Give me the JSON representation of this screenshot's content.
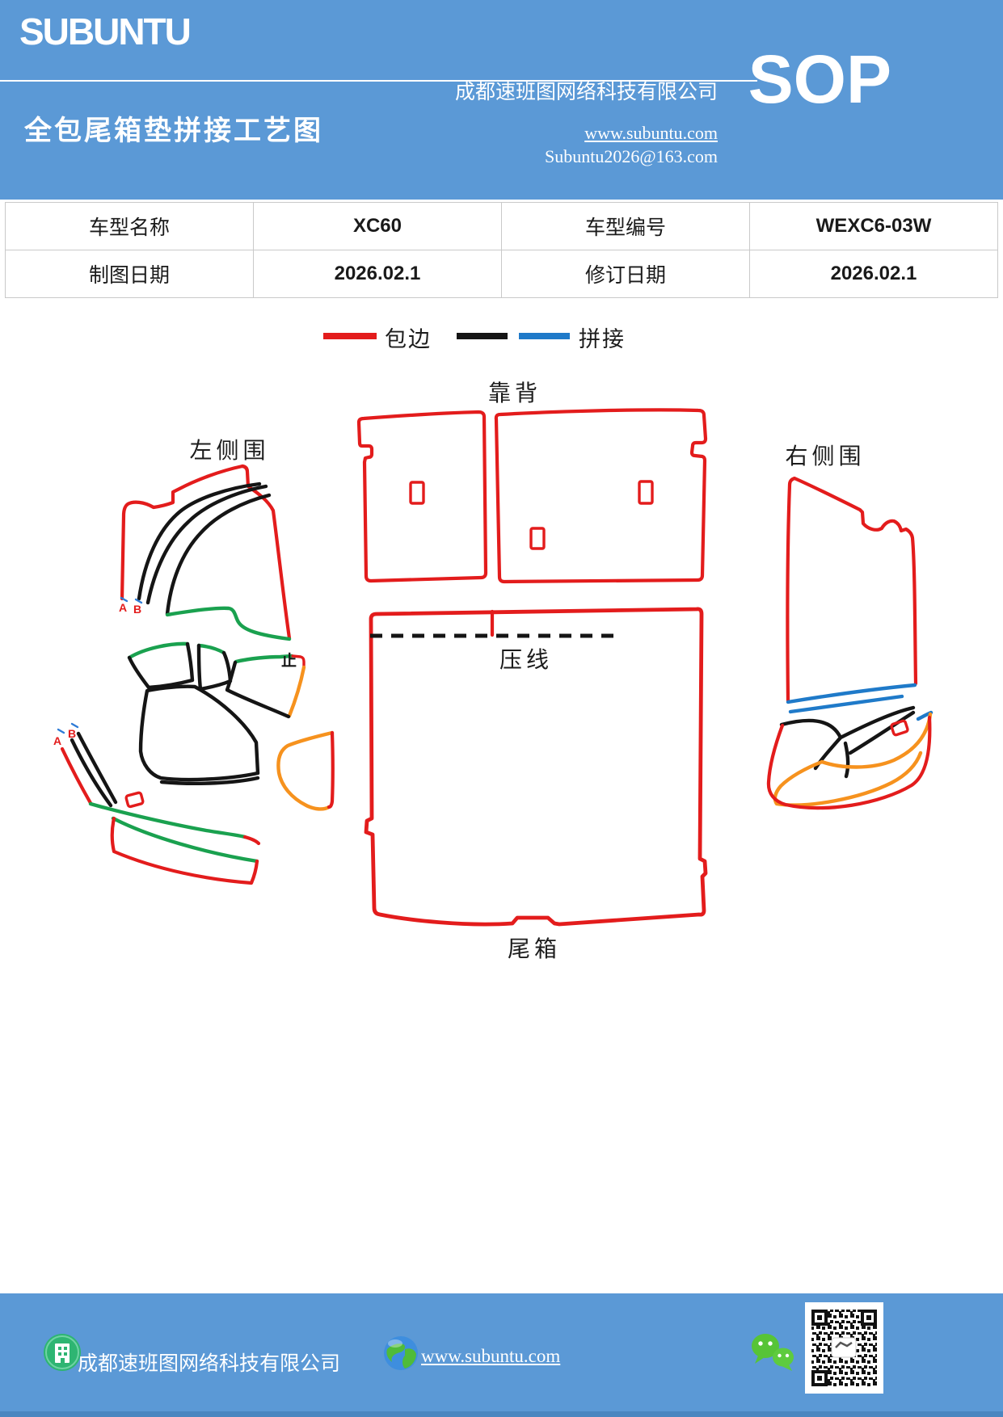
{
  "header": {
    "logo": "SUBUNTU",
    "title": "全包尾箱垫拼接工艺图",
    "company": "成都速班图网络科技有限公司",
    "badge": "SOP",
    "website": "www.subuntu.com",
    "email": "Subuntu2026@163.com",
    "accent_color": "#5b99d6"
  },
  "table": {
    "rows": [
      [
        "车型名称",
        "XC60",
        "车型编号",
        "WEXC6-03W"
      ],
      [
        "制图日期",
        "2026.02.1",
        "修订日期",
        "2026.02.1"
      ]
    ]
  },
  "legend": {
    "items": [
      {
        "label": "包边",
        "colors": [
          "#e31c1c"
        ]
      },
      {
        "label": "拼接",
        "colors": [
          "#151515",
          "#1f7ac9"
        ]
      }
    ]
  },
  "diagram": {
    "labels": {
      "backrest": "靠背",
      "left_side": "左侧围",
      "right_side": "右侧围",
      "press_line": "压线",
      "trunk": "尾箱",
      "stop_mark": "止",
      "point_a": "A",
      "point_b": "B"
    },
    "line_colors": {
      "edge_binding_red": "#e31c1c",
      "splice_black": "#151515",
      "splice_blue": "#1f7ac9",
      "green": "#1aa14f",
      "orange": "#f6921e"
    }
  },
  "footer": {
    "company": "成都速班图网络科技有限公司",
    "website": "www.subuntu.com"
  }
}
